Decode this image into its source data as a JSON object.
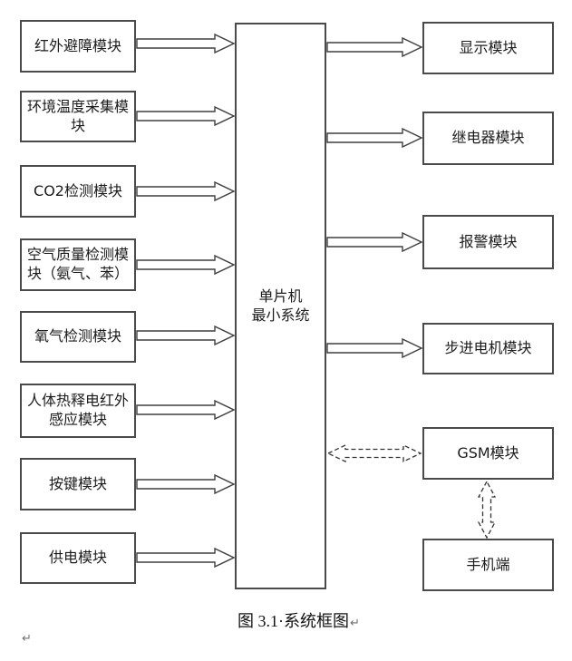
{
  "diagram": {
    "title_caption": "图 3.1·系统框图",
    "caption_return_mark": "↵",
    "page_return_mark": "↵",
    "center": {
      "label": "单片机\n最小系统"
    },
    "left_modules": [
      {
        "label": "红外避障模块"
      },
      {
        "label": "环境温度采集模块"
      },
      {
        "label": "CO2检测模块"
      },
      {
        "label": "空气质量检测模块（氨气、苯）"
      },
      {
        "label": "氧气检测模块"
      },
      {
        "label": "人体热释电红外感应模块"
      },
      {
        "label": "按键模块"
      },
      {
        "label": "供电模块"
      }
    ],
    "right_modules": [
      {
        "label": "显示模块"
      },
      {
        "label": "继电器模块"
      },
      {
        "label": "报警模块"
      },
      {
        "label": "步进电机模块"
      },
      {
        "label": "GSM模块"
      },
      {
        "label": "手机端"
      }
    ],
    "connections": [
      {
        "from": "红外避障模块",
        "to": "单片机最小系统",
        "style": "solid-hollow-arrow"
      },
      {
        "from": "环境温度采集模块",
        "to": "单片机最小系统",
        "style": "solid-hollow-arrow"
      },
      {
        "from": "CO2检测模块",
        "to": "单片机最小系统",
        "style": "solid-hollow-arrow"
      },
      {
        "from": "空气质量检测模块（氨气、苯）",
        "to": "单片机最小系统",
        "style": "solid-hollow-arrow"
      },
      {
        "from": "氧气检测模块",
        "to": "单片机最小系统",
        "style": "solid-hollow-arrow"
      },
      {
        "from": "人体热释电红外感应模块",
        "to": "单片机最小系统",
        "style": "solid-hollow-arrow"
      },
      {
        "from": "按键模块",
        "to": "单片机最小系统",
        "style": "solid-hollow-arrow"
      },
      {
        "from": "供电模块",
        "to": "单片机最小系统",
        "style": "solid-hollow-arrow"
      },
      {
        "from": "单片机最小系统",
        "to": "显示模块",
        "style": "solid-hollow-arrow"
      },
      {
        "from": "单片机最小系统",
        "to": "继电器模块",
        "style": "solid-hollow-arrow"
      },
      {
        "from": "单片机最小系统",
        "to": "报警模块",
        "style": "solid-hollow-arrow"
      },
      {
        "from": "单片机最小系统",
        "to": "步进电机模块",
        "style": "solid-hollow-arrow"
      },
      {
        "from": "单片机最小系统",
        "to": "GSM模块",
        "style": "dashed-double-arrow"
      },
      {
        "from": "GSM模块",
        "to": "手机端",
        "style": "dashed-double-arrow"
      }
    ],
    "colors": {
      "background": "#ffffff",
      "box_border": "#4a4a4a",
      "arrow_stroke": "#3f3f3f",
      "text": "#1c1c1c",
      "formatting_marks": "#707070"
    }
  }
}
